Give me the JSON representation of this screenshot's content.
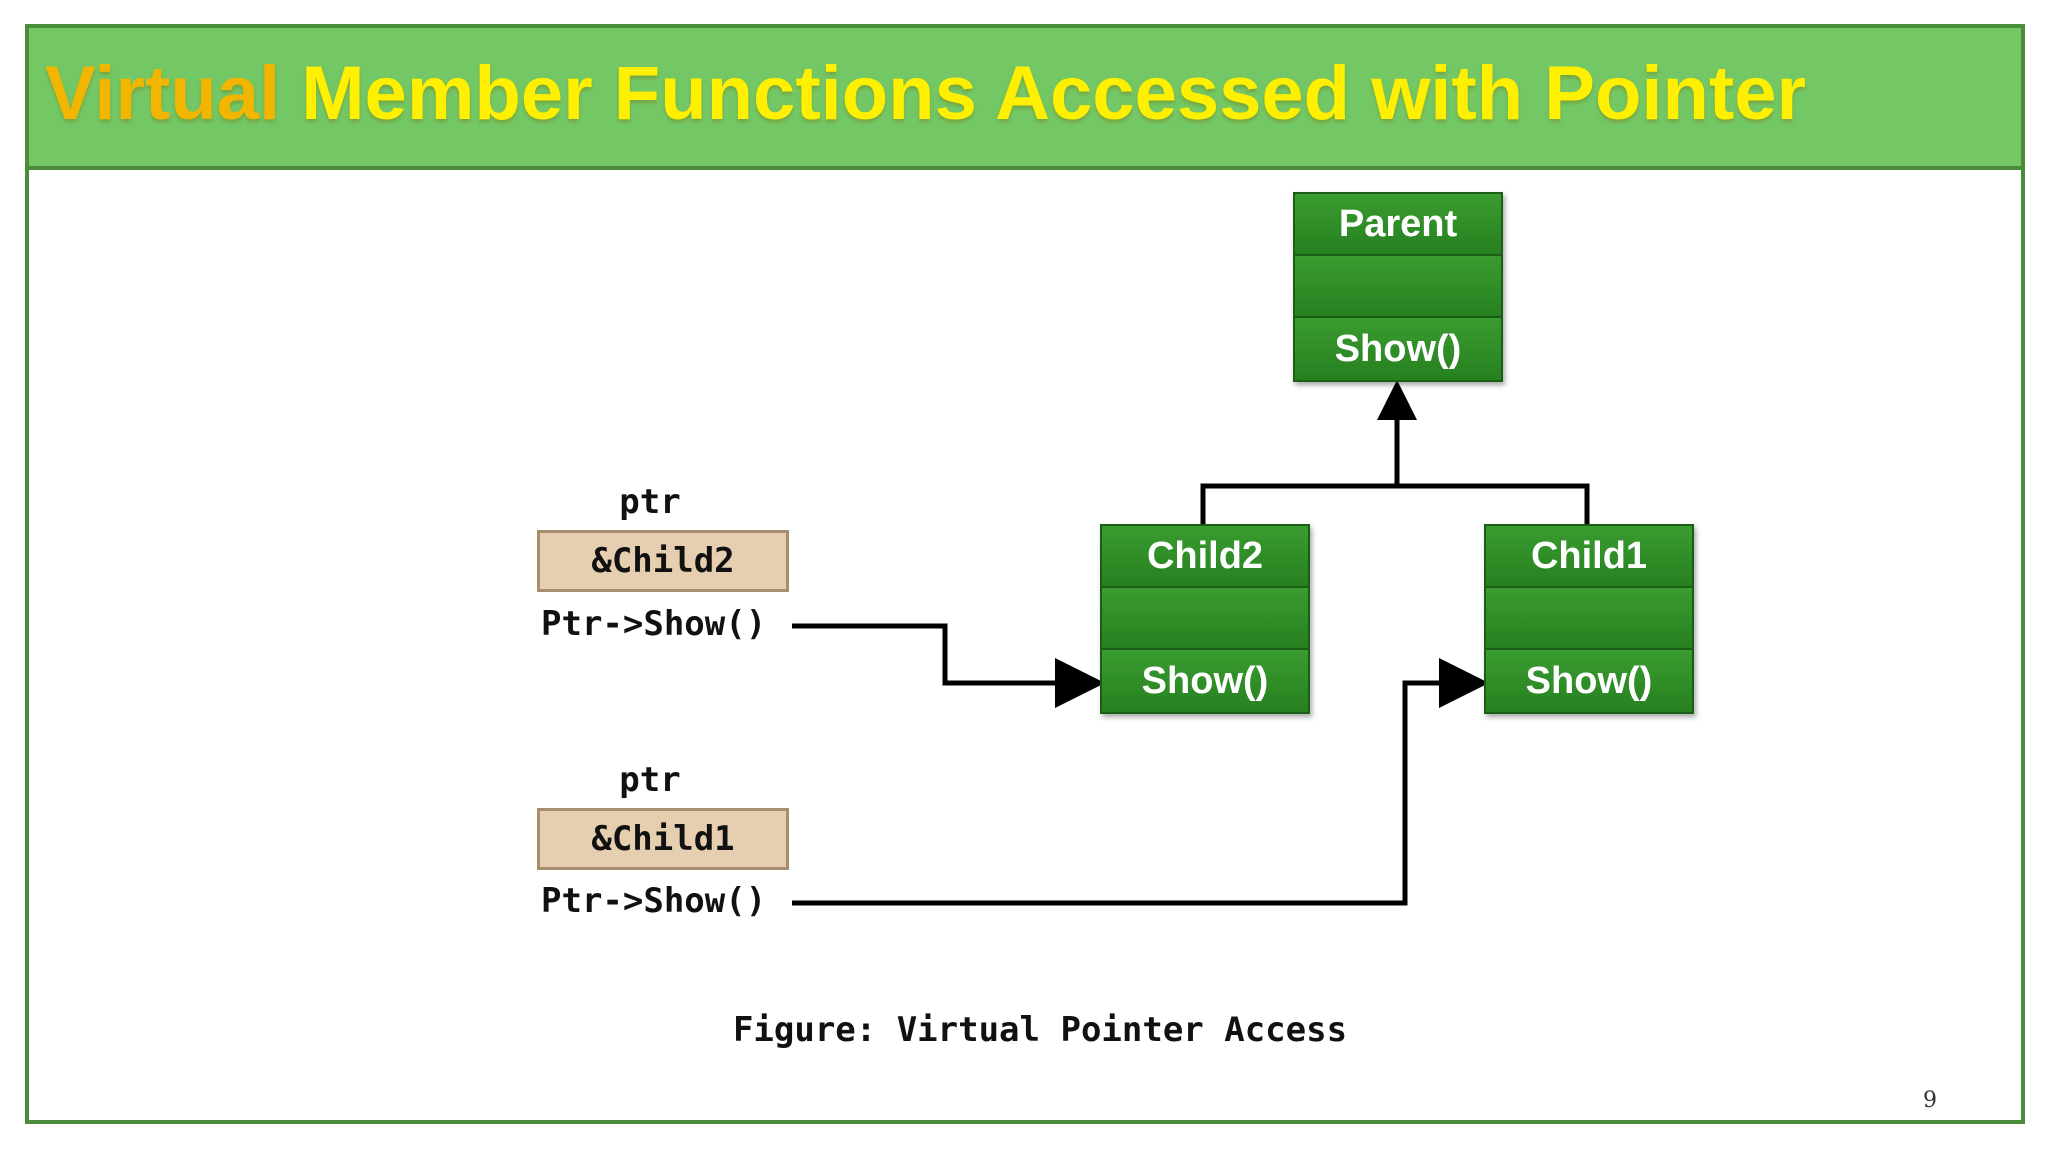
{
  "slide": {
    "title_first": "Virtual",
    "title_rest": "Member Functions Accessed with Pointer",
    "page_number": "9"
  },
  "classes": {
    "parent": {
      "name": "Parent",
      "attributes": "",
      "method": "Show()"
    },
    "child2": {
      "name": "Child2",
      "attributes": "",
      "method": "Show()"
    },
    "child1": {
      "name": "Child1",
      "attributes": "",
      "method": "Show()"
    }
  },
  "pointers": [
    {
      "label": "ptr",
      "value": "&Child2",
      "call": "Ptr->Show()"
    },
    {
      "label": "ptr",
      "value": "&Child1",
      "call": "Ptr->Show()"
    }
  ],
  "caption": "Figure: Virtual Pointer Access",
  "colors": {
    "title_bar": "#74c765",
    "title_text": "#ffef00",
    "class_box": "#2b8a24",
    "pointer_box": "#e6cfb0"
  }
}
